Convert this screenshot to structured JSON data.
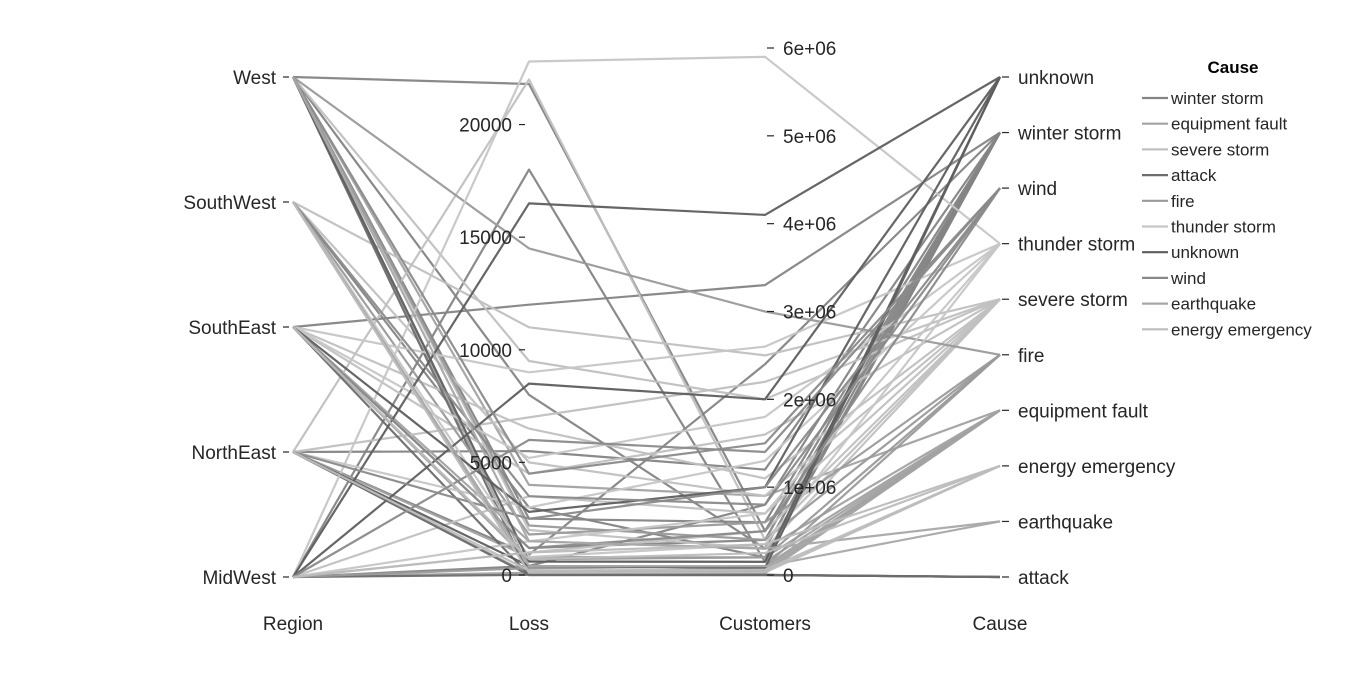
{
  "chart_data": {
    "type": "parallel-coordinates",
    "title": "",
    "group_variable": "Cause",
    "coordinates": [
      "Region",
      "Loss",
      "Customers",
      "Cause"
    ],
    "axes": [
      {
        "name": "Region",
        "kind": "categorical",
        "categories": [
          "MidWest",
          "NorthEast",
          "SouthEast",
          "SouthWest",
          "West"
        ]
      },
      {
        "name": "Loss",
        "kind": "numeric",
        "ylim": [
          0,
          23400
        ],
        "ticks": [
          0,
          5000,
          10000,
          15000,
          20000
        ],
        "tick_labels": [
          "0",
          "5000",
          "10000",
          "15000",
          "20000"
        ]
      },
      {
        "name": "Customers",
        "kind": "numeric",
        "ylim": [
          0,
          6000000
        ],
        "ticks": [
          0,
          1000000,
          2000000,
          3000000,
          4000000,
          5000000,
          6000000
        ],
        "tick_labels": [
          "0",
          "1e+06",
          "2e+06",
          "3e+06",
          "4e+06",
          "5e+06",
          "6e+06"
        ]
      },
      {
        "name": "Cause",
        "kind": "categorical",
        "categories": [
          "attack",
          "earthquake",
          "energy emergency",
          "equipment fault",
          "fire",
          "severe storm",
          "thunder storm",
          "wind",
          "winter storm",
          "unknown"
        ]
      }
    ],
    "legend": {
      "title": "Cause",
      "position": "right",
      "entries": [
        {
          "name": "winter storm",
          "color": "#848484"
        },
        {
          "name": "equipment fault",
          "color": "#a2a2a2"
        },
        {
          "name": "severe storm",
          "color": "#c0c0c0"
        },
        {
          "name": "attack",
          "color": "#6d6d6d"
        },
        {
          "name": "fire",
          "color": "#9a9a9a"
        },
        {
          "name": "thunder storm",
          "color": "#c6c6c6"
        },
        {
          "name": "unknown",
          "color": "#5e5e5e"
        },
        {
          "name": "wind",
          "color": "#8a8a8a"
        },
        {
          "name": "earthquake",
          "color": "#a8a8a8"
        },
        {
          "name": "energy emergency",
          "color": "#bcbcbc"
        }
      ]
    },
    "series": [
      {
        "name": "winter storm",
        "color": "#848484",
        "lines": [
          [
            "West",
            21800,
            500000,
            "winter storm"
          ],
          [
            "West",
            8000,
            300000,
            "winter storm"
          ],
          [
            "SouthWest",
            3000,
            200000,
            "winter storm"
          ],
          [
            "NorthEast",
            5500,
            1200000,
            "winter storm"
          ],
          [
            "MidWest",
            18000,
            150000,
            "winter storm"
          ],
          [
            "SouthEast",
            1200,
            400000,
            "winter storm"
          ],
          [
            "NorthEast",
            900,
            2400000,
            "winter storm"
          ],
          [
            "MidWest",
            400,
            800000,
            "winter storm"
          ],
          [
            "SouthEast",
            12000,
            3300000,
            "winter storm"
          ],
          [
            "West",
            2500,
            600000,
            "winter storm"
          ]
        ]
      },
      {
        "name": "equipment fault",
        "color": "#a2a2a2",
        "lines": [
          [
            "West",
            300,
            100000,
            "equipment fault"
          ],
          [
            "SouthWest",
            200,
            50000,
            "equipment fault"
          ],
          [
            "SouthEast",
            1500,
            300000,
            "equipment fault"
          ],
          [
            "NorthEast",
            800,
            200000,
            "equipment fault"
          ],
          [
            "MidWest",
            100,
            80000,
            "equipment fault"
          ],
          [
            "SouthEast",
            600,
            150000,
            "equipment fault"
          ],
          [
            "West",
            4000,
            900000,
            "equipment fault"
          ],
          [
            "NorthEast",
            50,
            20000,
            "equipment fault"
          ]
        ]
      },
      {
        "name": "severe storm",
        "color": "#c0c0c0",
        "lines": [
          [
            "West",
            9500,
            2000000,
            "severe storm"
          ],
          [
            "SouthEast",
            6500,
            1100000,
            "severe storm"
          ],
          [
            "SouthWest",
            11000,
            2500000,
            "severe storm"
          ],
          [
            "NorthEast",
            22000,
            400000,
            "severe storm"
          ],
          [
            "MidWest",
            3500,
            700000,
            "severe storm"
          ],
          [
            "SouthEast",
            4500,
            1600000,
            "severe storm"
          ],
          [
            "West",
            2000,
            300000,
            "severe storm"
          ],
          [
            "NorthEast",
            7000,
            2200000,
            "severe storm"
          ],
          [
            "MidWest",
            1000,
            500000,
            "severe storm"
          ],
          [
            "SouthWest",
            5000,
            900000,
            "severe storm"
          ]
        ]
      },
      {
        "name": "attack",
        "color": "#6d6d6d",
        "lines": [
          [
            "West",
            0,
            0,
            "attack"
          ],
          [
            "MidWest",
            10,
            1000,
            "attack"
          ],
          [
            "SouthEast",
            5,
            500,
            "attack"
          ],
          [
            "NorthEast",
            0,
            0,
            "attack"
          ]
        ]
      },
      {
        "name": "fire",
        "color": "#9a9a9a",
        "lines": [
          [
            "West",
            14500,
            3000000,
            "fire"
          ],
          [
            "West",
            2200,
            400000,
            "fire"
          ],
          [
            "SouthWest",
            1800,
            600000,
            "fire"
          ],
          [
            "SouthEast",
            700,
            200000,
            "fire"
          ],
          [
            "MidWest",
            300,
            100000,
            "fire"
          ]
        ]
      },
      {
        "name": "thunder storm",
        "color": "#c6c6c6",
        "lines": [
          [
            "MidWest",
            22800,
            5900000,
            "thunder storm"
          ],
          [
            "SouthEast",
            5200,
            1800000,
            "thunder storm"
          ],
          [
            "NorthEast",
            3000,
            1300000,
            "thunder storm"
          ],
          [
            "MidWest",
            1500,
            700000,
            "thunder storm"
          ],
          [
            "SouthWest",
            800,
            350000,
            "thunder storm"
          ],
          [
            "SouthEast",
            9000,
            2600000,
            "thunder storm"
          ]
        ]
      },
      {
        "name": "unknown",
        "color": "#5e5e5e",
        "lines": [
          [
            "MidWest",
            16500,
            4100000,
            "unknown"
          ],
          [
            "West",
            600,
            150000,
            "unknown"
          ],
          [
            "SouthEast",
            2800,
            1000000,
            "unknown"
          ],
          [
            "NorthEast",
            400,
            80000,
            "unknown"
          ],
          [
            "MidWest",
            8500,
            2000000,
            "unknown"
          ]
        ]
      },
      {
        "name": "wind",
        "color": "#8a8a8a",
        "lines": [
          [
            "West",
            4500,
            1500000,
            "wind"
          ],
          [
            "SouthWest",
            3500,
            800000,
            "wind"
          ],
          [
            "SouthEast",
            1200,
            500000,
            "wind"
          ],
          [
            "NorthEast",
            2500,
            1000000,
            "wind"
          ],
          [
            "MidWest",
            6000,
            1400000,
            "wind"
          ]
        ]
      },
      {
        "name": "earthquake",
        "color": "#a8a8a8",
        "lines": [
          [
            "West",
            1500,
            300000,
            "earthquake"
          ],
          [
            "SouthWest",
            400,
            100000,
            "earthquake"
          ]
        ]
      },
      {
        "name": "energy emergency",
        "color": "#bcbcbc",
        "lines": [
          [
            "SouthEast",
            700,
            250000,
            "energy emergency"
          ],
          [
            "NorthEast",
            200,
            60000,
            "energy emergency"
          ],
          [
            "MidWest",
            1000,
            350000,
            "energy emergency"
          ],
          [
            "SouthWest",
            100,
            30000,
            "energy emergency"
          ]
        ]
      }
    ]
  }
}
